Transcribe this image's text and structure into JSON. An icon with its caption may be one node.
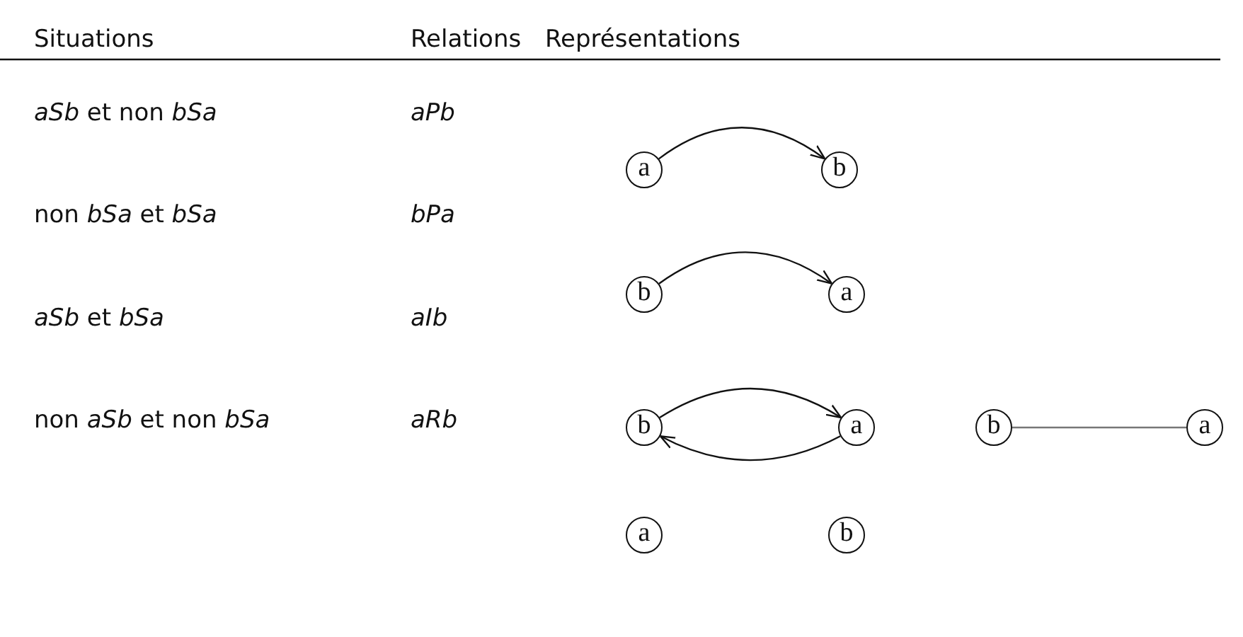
{
  "diagram": {
    "nodes": [
      {
        "text": [
          "a"
        ]
      },
      {
        "text": [
          "b"
        ]
      },
      {
        "text": [
          "b"
        ]
      },
      {
        "text": [
          "a"
        ]
      },
      {
        "text": [
          "b"
        ]
      },
      {
        "text": [
          "a"
        ]
      },
      {
        "text": [
          "b"
        ]
      },
      {
        "text": [
          "a"
        ]
      },
      {
        "text": [
          "a"
        ]
      },
      {
        "text": [
          "b"
        ]
      }
    ],
    "edges": [
      {
        "from": 0,
        "to": 1,
        "arrow": "to"
      },
      {
        "from": 2,
        "to": 3,
        "arrow": "to"
      },
      {
        "from": 4,
        "to": 5,
        "arrow": "to"
      },
      {
        "from": 5,
        "to": 4,
        "arrow": "to"
      },
      {
        "from": 6,
        "to": 7,
        "arrow": "none",
        "color": "#777777"
      }
    ],
    "labels": [
      "Situations",
      "Relations",
      "Représentations",
      "*aSb* et non *bSa*",
      "aPb",
      "non *bSa* et *bSa*",
      "bPa",
      "*aSb* et *bSa*",
      "aIb",
      "non *aSb* et non *bSa*",
      "aRb"
    ]
  }
}
